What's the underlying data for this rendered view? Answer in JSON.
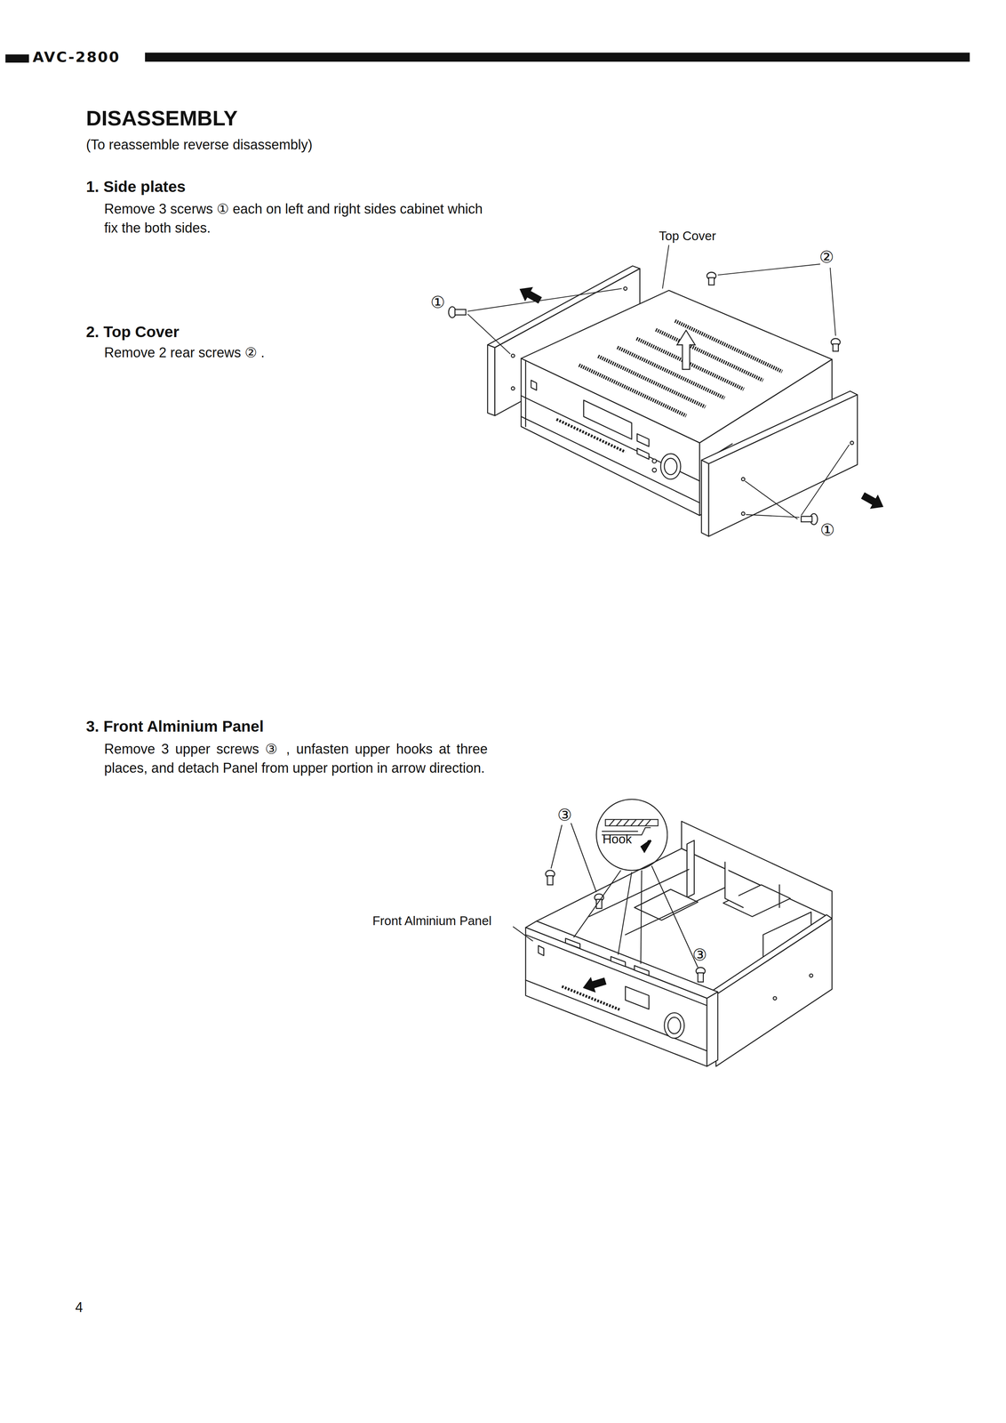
{
  "diagram": {
    "title": "DISASSEMBLY",
    "nodes": [
      {
        "text": [
          "Hook"
        ]
      }
    ],
    "labels": [
      "AVC-2800",
      "(To reassemble reverse disassembly)",
      "1. Side plates",
      "Remove 3 scerws ① each on left and right sides cabinet which fix the both sides.",
      "2. Top Cover",
      "Remove 2 rear screws ② .",
      "Top Cover",
      "②",
      "①",
      "①",
      "3. Front Alminium Panel",
      "Remove 3 upper screws ③ , unfasten upper hooks at three places, and detach Panel from upper portion in arrow direction.",
      "③",
      "③",
      "Front Alminium Panel",
      "4"
    ]
  }
}
